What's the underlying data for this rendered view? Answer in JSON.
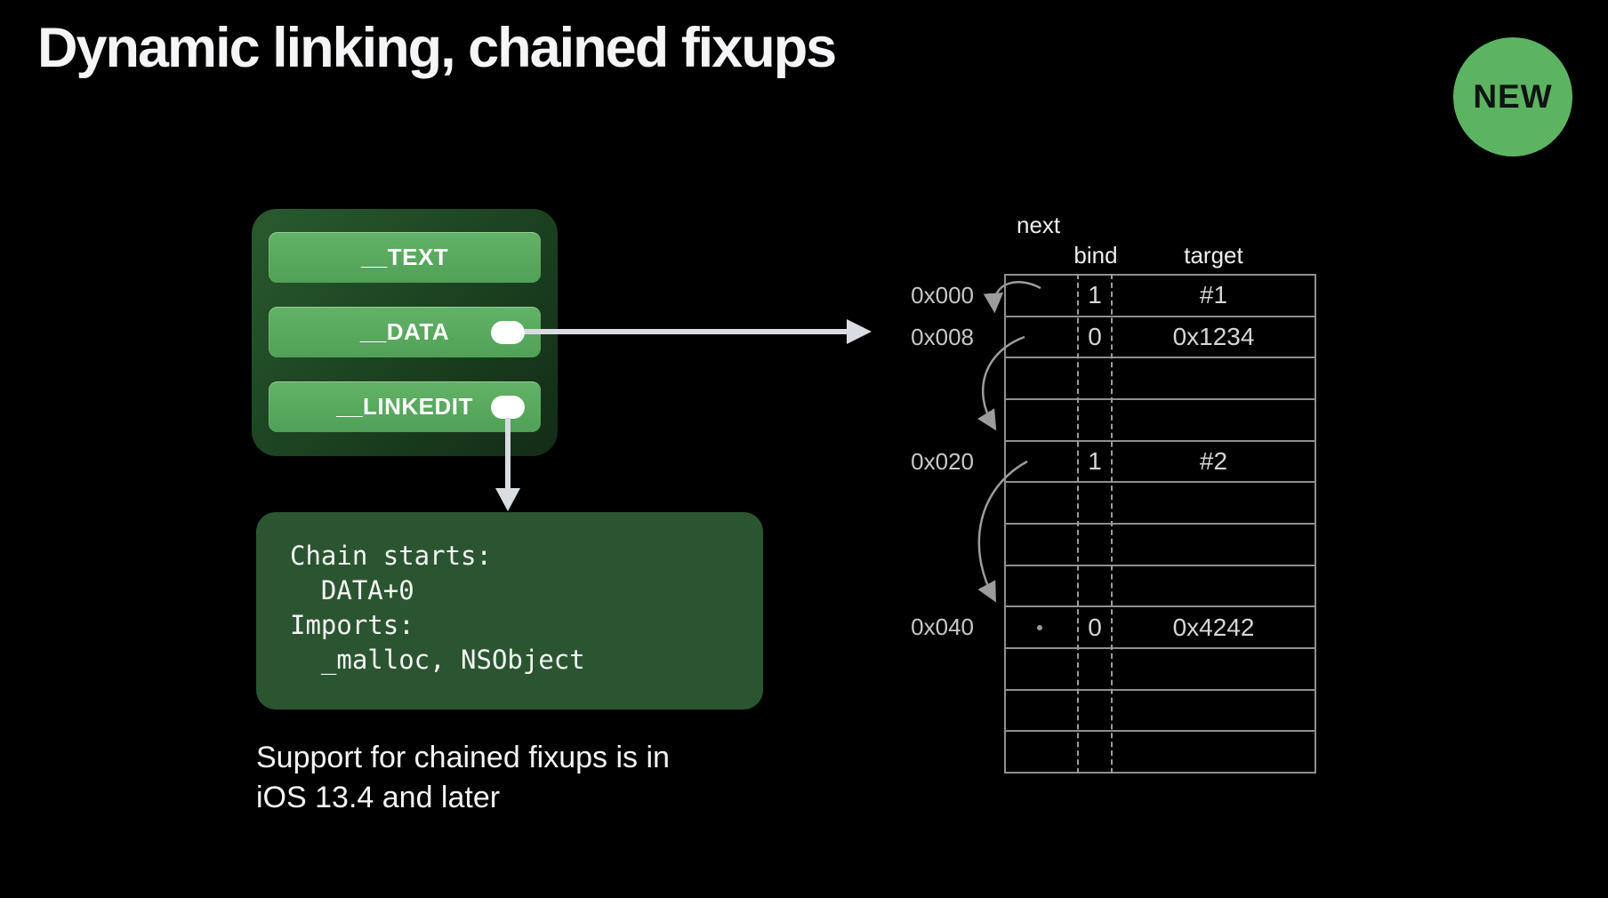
{
  "slide": {
    "title": "Dynamic linking, chained fixups",
    "badge_label": "NEW"
  },
  "segments": {
    "items": [
      {
        "label": "__TEXT"
      },
      {
        "label": "__DATA"
      },
      {
        "label": "__LINKEDIT"
      }
    ]
  },
  "code_box": {
    "lines": [
      "Chain starts:",
      "  DATA+0",
      "Imports:",
      "  _malloc, NSObject"
    ]
  },
  "support_note": {
    "line1": "Support for chained fixups is in",
    "line2": "iOS 13.4 and later"
  },
  "fixup_table": {
    "pointer_label": "next",
    "columns": [
      "bind",
      "target"
    ],
    "rows": [
      {
        "label": "0x000",
        "bind": "1",
        "target": "#1"
      },
      {
        "label": "0x008",
        "bind": "0",
        "target": "0x1234"
      },
      {},
      {},
      {
        "label": "0x020",
        "bind": "1",
        "target": "#2"
      },
      {},
      {},
      {},
      {
        "label": "0x040",
        "bind": "0",
        "target": "0x4242"
      },
      {},
      {},
      {}
    ]
  },
  "colors": {
    "background": "#000000",
    "badge_green": "#5cb462",
    "button_green": "#58aa5d",
    "panel_green": "#1d4522",
    "code_box_green": "#2b5531",
    "arrow_white": "#d9dde2",
    "table_line_gray": "#8f8f8f",
    "chain_arrow_gray": "#9c9c9c"
  }
}
